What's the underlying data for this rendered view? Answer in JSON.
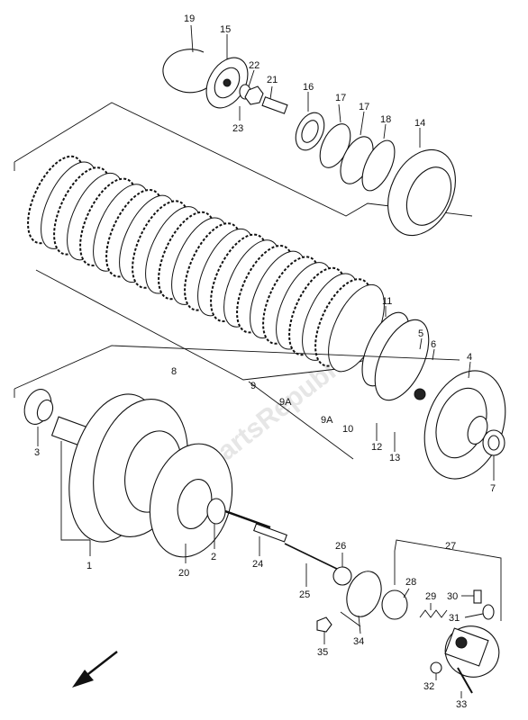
{
  "callouts": {
    "c19": "19",
    "c15": "15",
    "c22": "22",
    "c21": "21",
    "c23": "23",
    "c16": "16",
    "c17a": "17",
    "c17b": "17",
    "c18": "18",
    "c14": "14",
    "c11": "11",
    "c5": "5",
    "c6": "6",
    "c4": "4",
    "c8": "8",
    "c9": "9",
    "c9a1": "9A",
    "c9a2": "9A",
    "c10": "10",
    "c12": "12",
    "c13": "13",
    "c7": "7",
    "c3": "3",
    "c1": "1",
    "c20": "20",
    "c2": "2",
    "c24": "24",
    "c25": "25",
    "c26": "26",
    "c27": "27",
    "c28": "28",
    "c29": "29",
    "c30": "30",
    "c31": "31",
    "c32": "32",
    "c33": "33",
    "c34": "34",
    "c35": "35"
  },
  "watermark": "PartsRepublik",
  "icons": {
    "direction_arrow": "front-direction-arrow-icon"
  }
}
